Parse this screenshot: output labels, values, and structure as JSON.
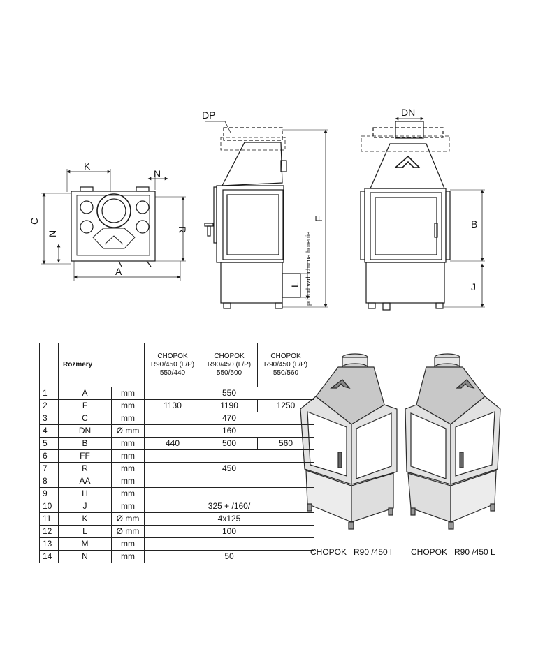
{
  "drawing_labels": {
    "dp": "DP",
    "dn": "DN",
    "k": "K",
    "n_top": "N",
    "c": "C",
    "n_left": "N",
    "r": "R",
    "a": "A",
    "f": "F",
    "l": "L",
    "b": "B",
    "j": "J",
    "air_supply": "prívod vzduchu na horenie"
  },
  "table": {
    "title": "Rozmery",
    "models": [
      "CHOPOK\nR90/450 (L/P)\n550/440",
      "CHOPOK\nR90/450 (L/P)\n550/500",
      "CHOPOK\nR90/450 (L/P)\n550/560"
    ],
    "rows": [
      {
        "no": "1",
        "param": "A",
        "unit": "mm",
        "values": [
          "550"
        ]
      },
      {
        "no": "2",
        "param": "F",
        "unit": "mm",
        "values": [
          "1130",
          "1190",
          "1250"
        ]
      },
      {
        "no": "3",
        "param": "C",
        "unit": "mm",
        "values": [
          "470"
        ]
      },
      {
        "no": "4",
        "param": "DN",
        "unit": "Ø mm",
        "values": [
          "160"
        ]
      },
      {
        "no": "5",
        "param": "B",
        "unit": "mm",
        "values": [
          "440",
          "500",
          "560"
        ]
      },
      {
        "no": "6",
        "param": "FF",
        "unit": "mm",
        "values": [
          ""
        ]
      },
      {
        "no": "7",
        "param": "R",
        "unit": "mm",
        "values": [
          "450"
        ]
      },
      {
        "no": "8",
        "param": "AA",
        "unit": "mm",
        "values": [
          ""
        ]
      },
      {
        "no": "9",
        "param": "H",
        "unit": "mm",
        "values": [
          ""
        ]
      },
      {
        "no": "10",
        "param": "J",
        "unit": "mm",
        "values": [
          "325 + /160/"
        ]
      },
      {
        "no": "11",
        "param": "K",
        "unit": "Ø mm",
        "values": [
          "4x125"
        ]
      },
      {
        "no": "12",
        "param": "L",
        "unit": "Ø mm",
        "values": [
          "100"
        ]
      },
      {
        "no": "13",
        "param": "M",
        "unit": "mm",
        "values": [
          ""
        ]
      },
      {
        "no": "14",
        "param": "N",
        "unit": "mm",
        "values": [
          "50"
        ]
      }
    ]
  },
  "captions": {
    "right_variant": "CHOPOK   R90 /450 l",
    "left_variant": "CHOPOK   R90 /450 L"
  },
  "colors": {
    "line": "#1a1a1a",
    "glass": "#ffffff",
    "body_fill": "#e8e8e8",
    "body_dark": "#d0d0d0"
  }
}
